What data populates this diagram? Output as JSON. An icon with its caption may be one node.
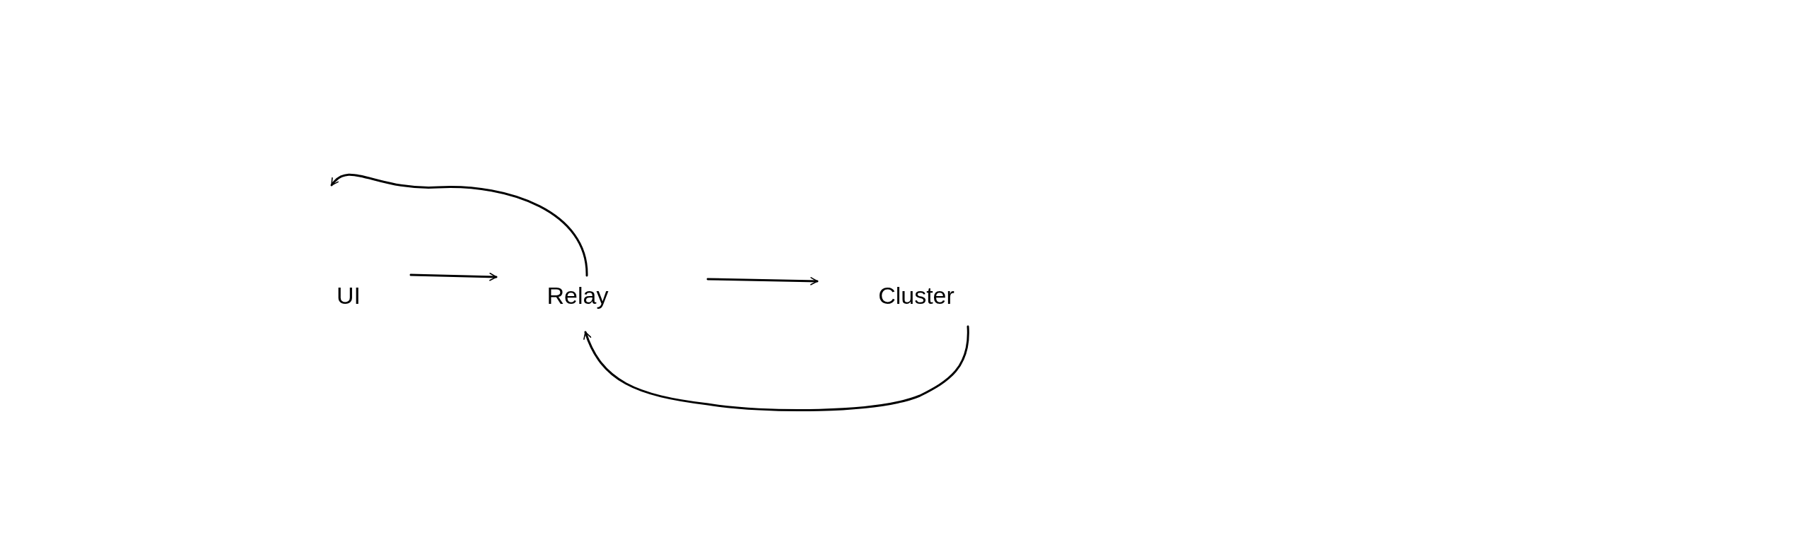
{
  "diagram": {
    "nodes": [
      {
        "text": [
          "UI"
        ]
      },
      {
        "text": [
          "Relay"
        ]
      },
      {
        "text": [
          "Cluster"
        ]
      }
    ],
    "edges": [
      {
        "from": 0,
        "to": 1,
        "arrow": "to"
      },
      {
        "from": 1,
        "to": 2,
        "arrow": "to"
      },
      {
        "from": 1,
        "to": 0,
        "arrow": "to"
      },
      {
        "from": 2,
        "to": 1,
        "arrow": "to"
      }
    ]
  }
}
